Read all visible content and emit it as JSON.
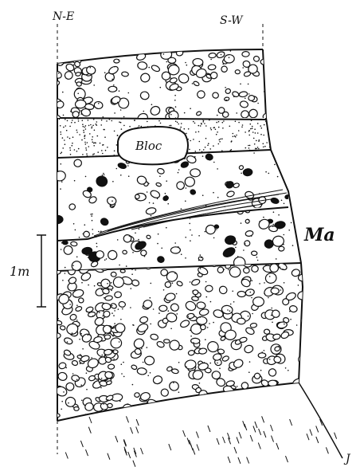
{
  "orientation": {
    "left": "N-E",
    "right": "S-W"
  },
  "block_label": "Bloc",
  "unit_label": "Ma",
  "scale_label": "1m",
  "signature": "J",
  "colors": {
    "ink": "#111111",
    "paper": "#ffffff"
  }
}
